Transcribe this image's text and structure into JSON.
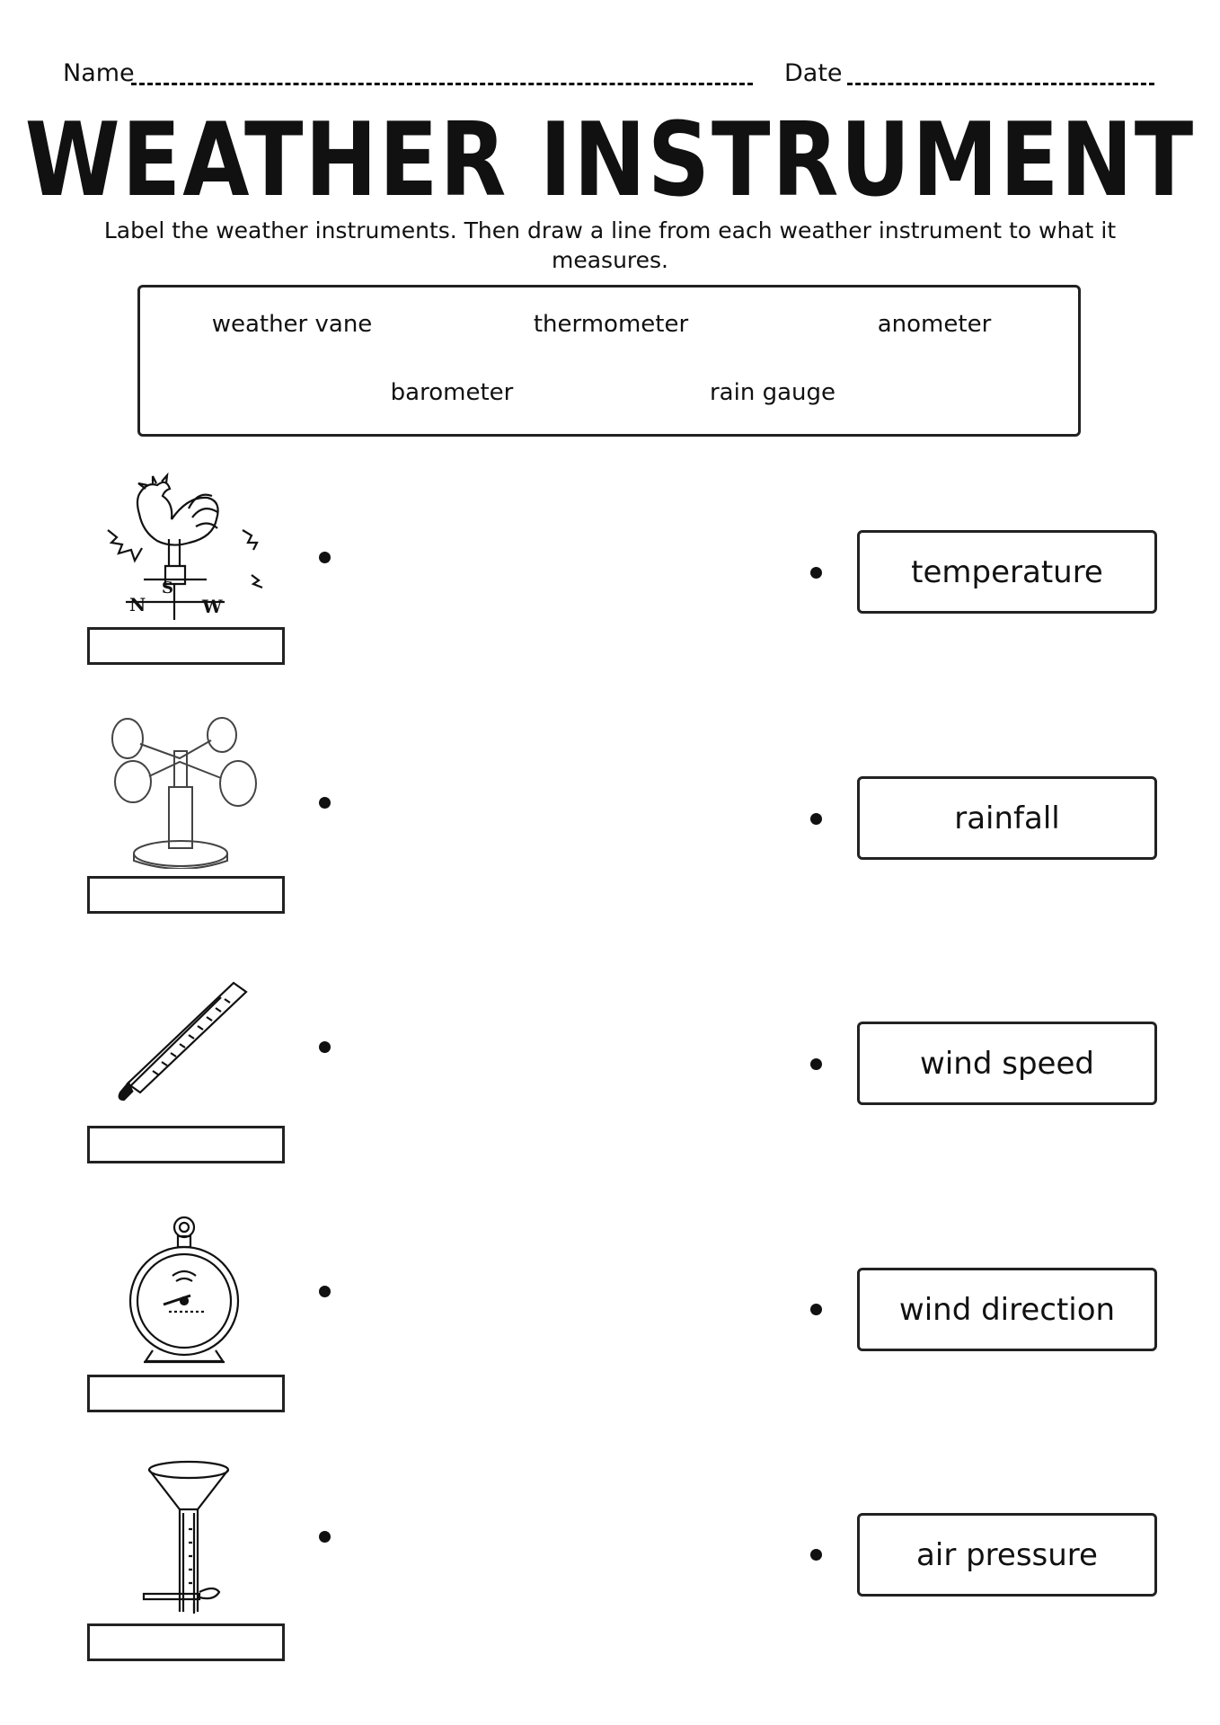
{
  "header": {
    "name_label": "Name",
    "date_label": "Date"
  },
  "title": "WEATHER INSTRUMENT",
  "instructions": "Label the weather instruments. Then draw a line from each weather instrument to what it measures.",
  "word_bank": [
    "weather vane",
    "thermometer",
    "anometer",
    "barometer",
    "rain gauge"
  ],
  "instrument_pictures": [
    {
      "icon": "weather-vane-icon"
    },
    {
      "icon": "anemometer-icon"
    },
    {
      "icon": "thermometer-icon"
    },
    {
      "icon": "barometer-icon"
    },
    {
      "icon": "rain-gauge-icon"
    }
  ],
  "measurements": [
    "temperature",
    "rainfall",
    "wind speed",
    "wind direction",
    "air pressure"
  ]
}
